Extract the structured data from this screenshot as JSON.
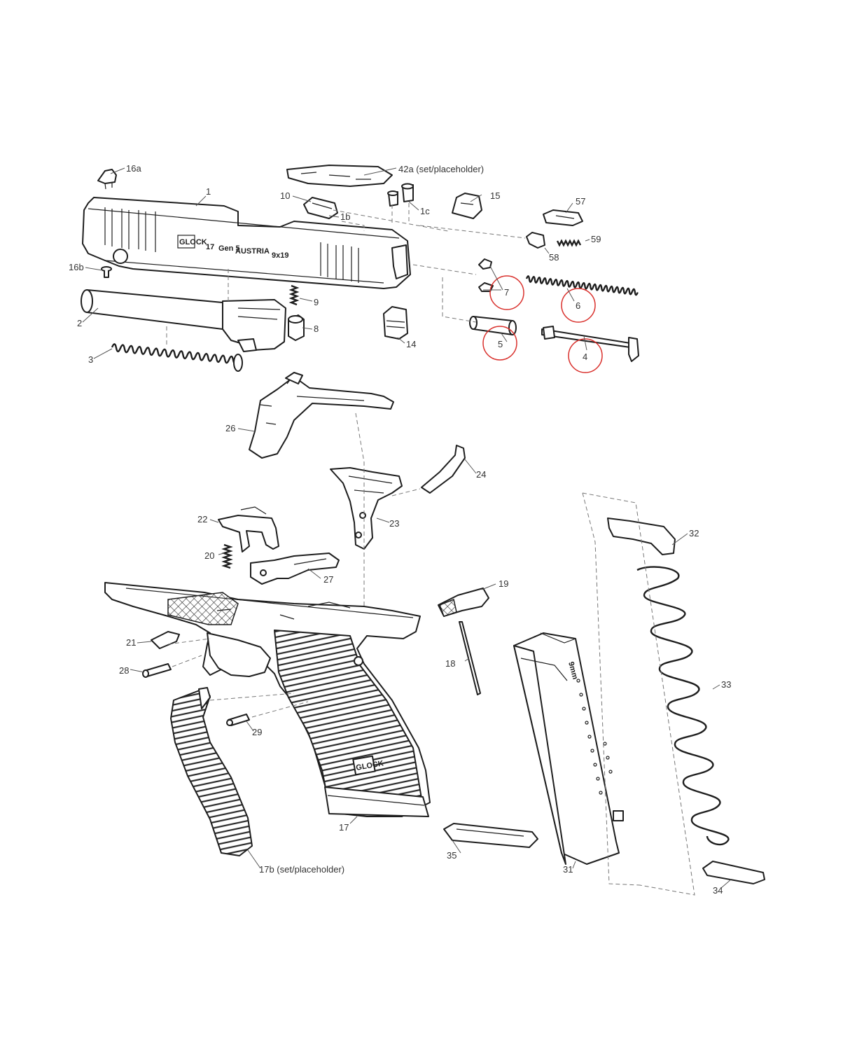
{
  "callouts": {
    "c16a": "16a",
    "c42a": "42a (set/placeholder)",
    "c1": "1",
    "c10": "10",
    "c15": "15",
    "c1b": "1b",
    "c1c": "1c",
    "c57": "57",
    "c59": "59",
    "c58": "58",
    "c16b": "16b",
    "c9": "9",
    "c8": "8",
    "c2": "2",
    "c3": "3",
    "c14": "14",
    "c7": "7",
    "c6": "6",
    "c5": "5",
    "c4": "4",
    "c26": "26",
    "c24": "24",
    "c23": "23",
    "c22": "22",
    "c20": "20",
    "c27": "27",
    "c32": "32",
    "c19": "19",
    "c21": "21",
    "c18": "18",
    "c28": "28",
    "c33": "33",
    "c29": "29",
    "c17": "17",
    "c35": "35",
    "c31": "31",
    "c17b": "17b (set/placeholder)",
    "c34": "34"
  },
  "engravings": {
    "slide_logo": "GLOCK",
    "slide_model": "17",
    "slide_gen": "Gen 5",
    "slide_country": "AUSTRIA",
    "slide_caliber": "9x19",
    "grip_logo": "GLOCK",
    "mag_caliber": "9mm"
  },
  "highlighted_parts": [
    "7",
    "6",
    "5",
    "4"
  ],
  "colors": {
    "line": "#1e1e1e",
    "highlight": "#d9302c",
    "background": "#ffffff"
  }
}
